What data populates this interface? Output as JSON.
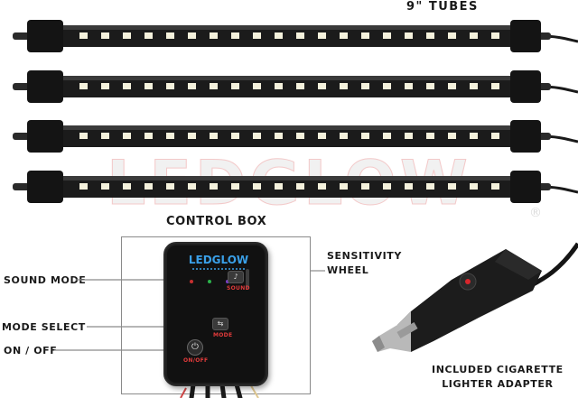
{
  "labels": {
    "tubes": "9\" TUBES",
    "control_box": "CONTROL BOX",
    "sensitivity": "SENSITIVITY",
    "wheel": "WHEEL",
    "sound_mode": "SOUND MODE",
    "mode_select": "MODE SELECT",
    "on_off": "ON / OFF",
    "adapter_line1": "INCLUDED CIGARETTE",
    "adapter_line2": "LIGHTER ADAPTER"
  },
  "control_box": {
    "logo": "LEDGLOW",
    "sound_btn": "SOUND",
    "mode_btn": "MODE",
    "power_btn": "ON/OFF"
  },
  "watermark": {
    "text": "LEDGLOW",
    "registered": "®"
  },
  "colors": {
    "led": "#f4f1dc",
    "tube_body": "#1b1b1b",
    "accent_red": "#e23b3b",
    "logo_blue": "#3aa0e8"
  },
  "icons": [
    "sound-icon",
    "mode-icon",
    "power-icon"
  ]
}
